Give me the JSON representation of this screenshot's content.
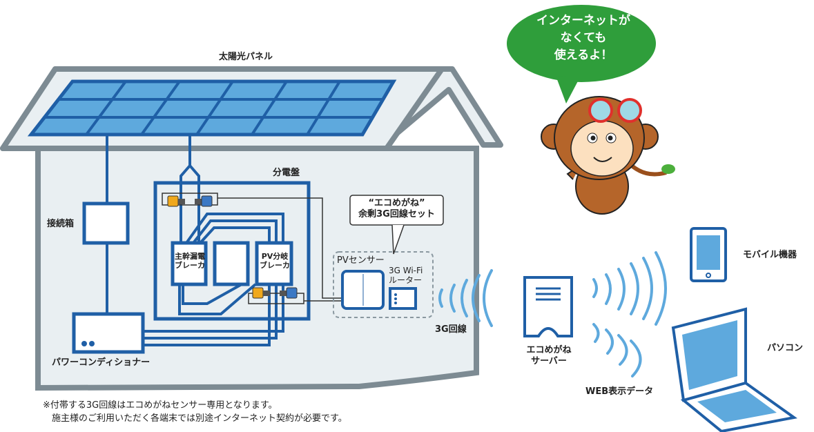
{
  "labels": {
    "solar_panel": "太陽光パネル",
    "junction_box": "接続箱",
    "power_conditioner": "パワーコンディショナー",
    "distribution_board": "分電盤",
    "main_breaker": [
      "主幹漏電",
      "ブレーカ"
    ],
    "pv_breaker": [
      "PV分岐",
      "ブレーカ"
    ],
    "set_callout": [
      "“エコめがね”",
      "余剰3G回線セット"
    ],
    "pv_sensor": "PVセンサー",
    "router": [
      "3G Wi-Fi",
      "ルーター"
    ],
    "line_3g": "3G回線",
    "server": [
      "エコめがね",
      "サーバー"
    ],
    "mobile": "モバイル機器",
    "pc": "パソコン",
    "web_data": "WEB表示データ"
  },
  "speech_bubble": [
    "インターネットが",
    "なくても",
    "使えるよ！"
  ],
  "notes": [
    "※付帯する3G回線はエコめがねセンサー専用となります。",
    "　施主様のご利用いただく各端末では別途インターネット契約が必要です。"
  ],
  "colors": {
    "blue": "#1f5fa6",
    "light_blue": "#5ea9dd",
    "house_fill": "#e9eff2",
    "house_line": "#7d8b93",
    "green": "#2f9e3b",
    "orange": "#f0a81c"
  }
}
